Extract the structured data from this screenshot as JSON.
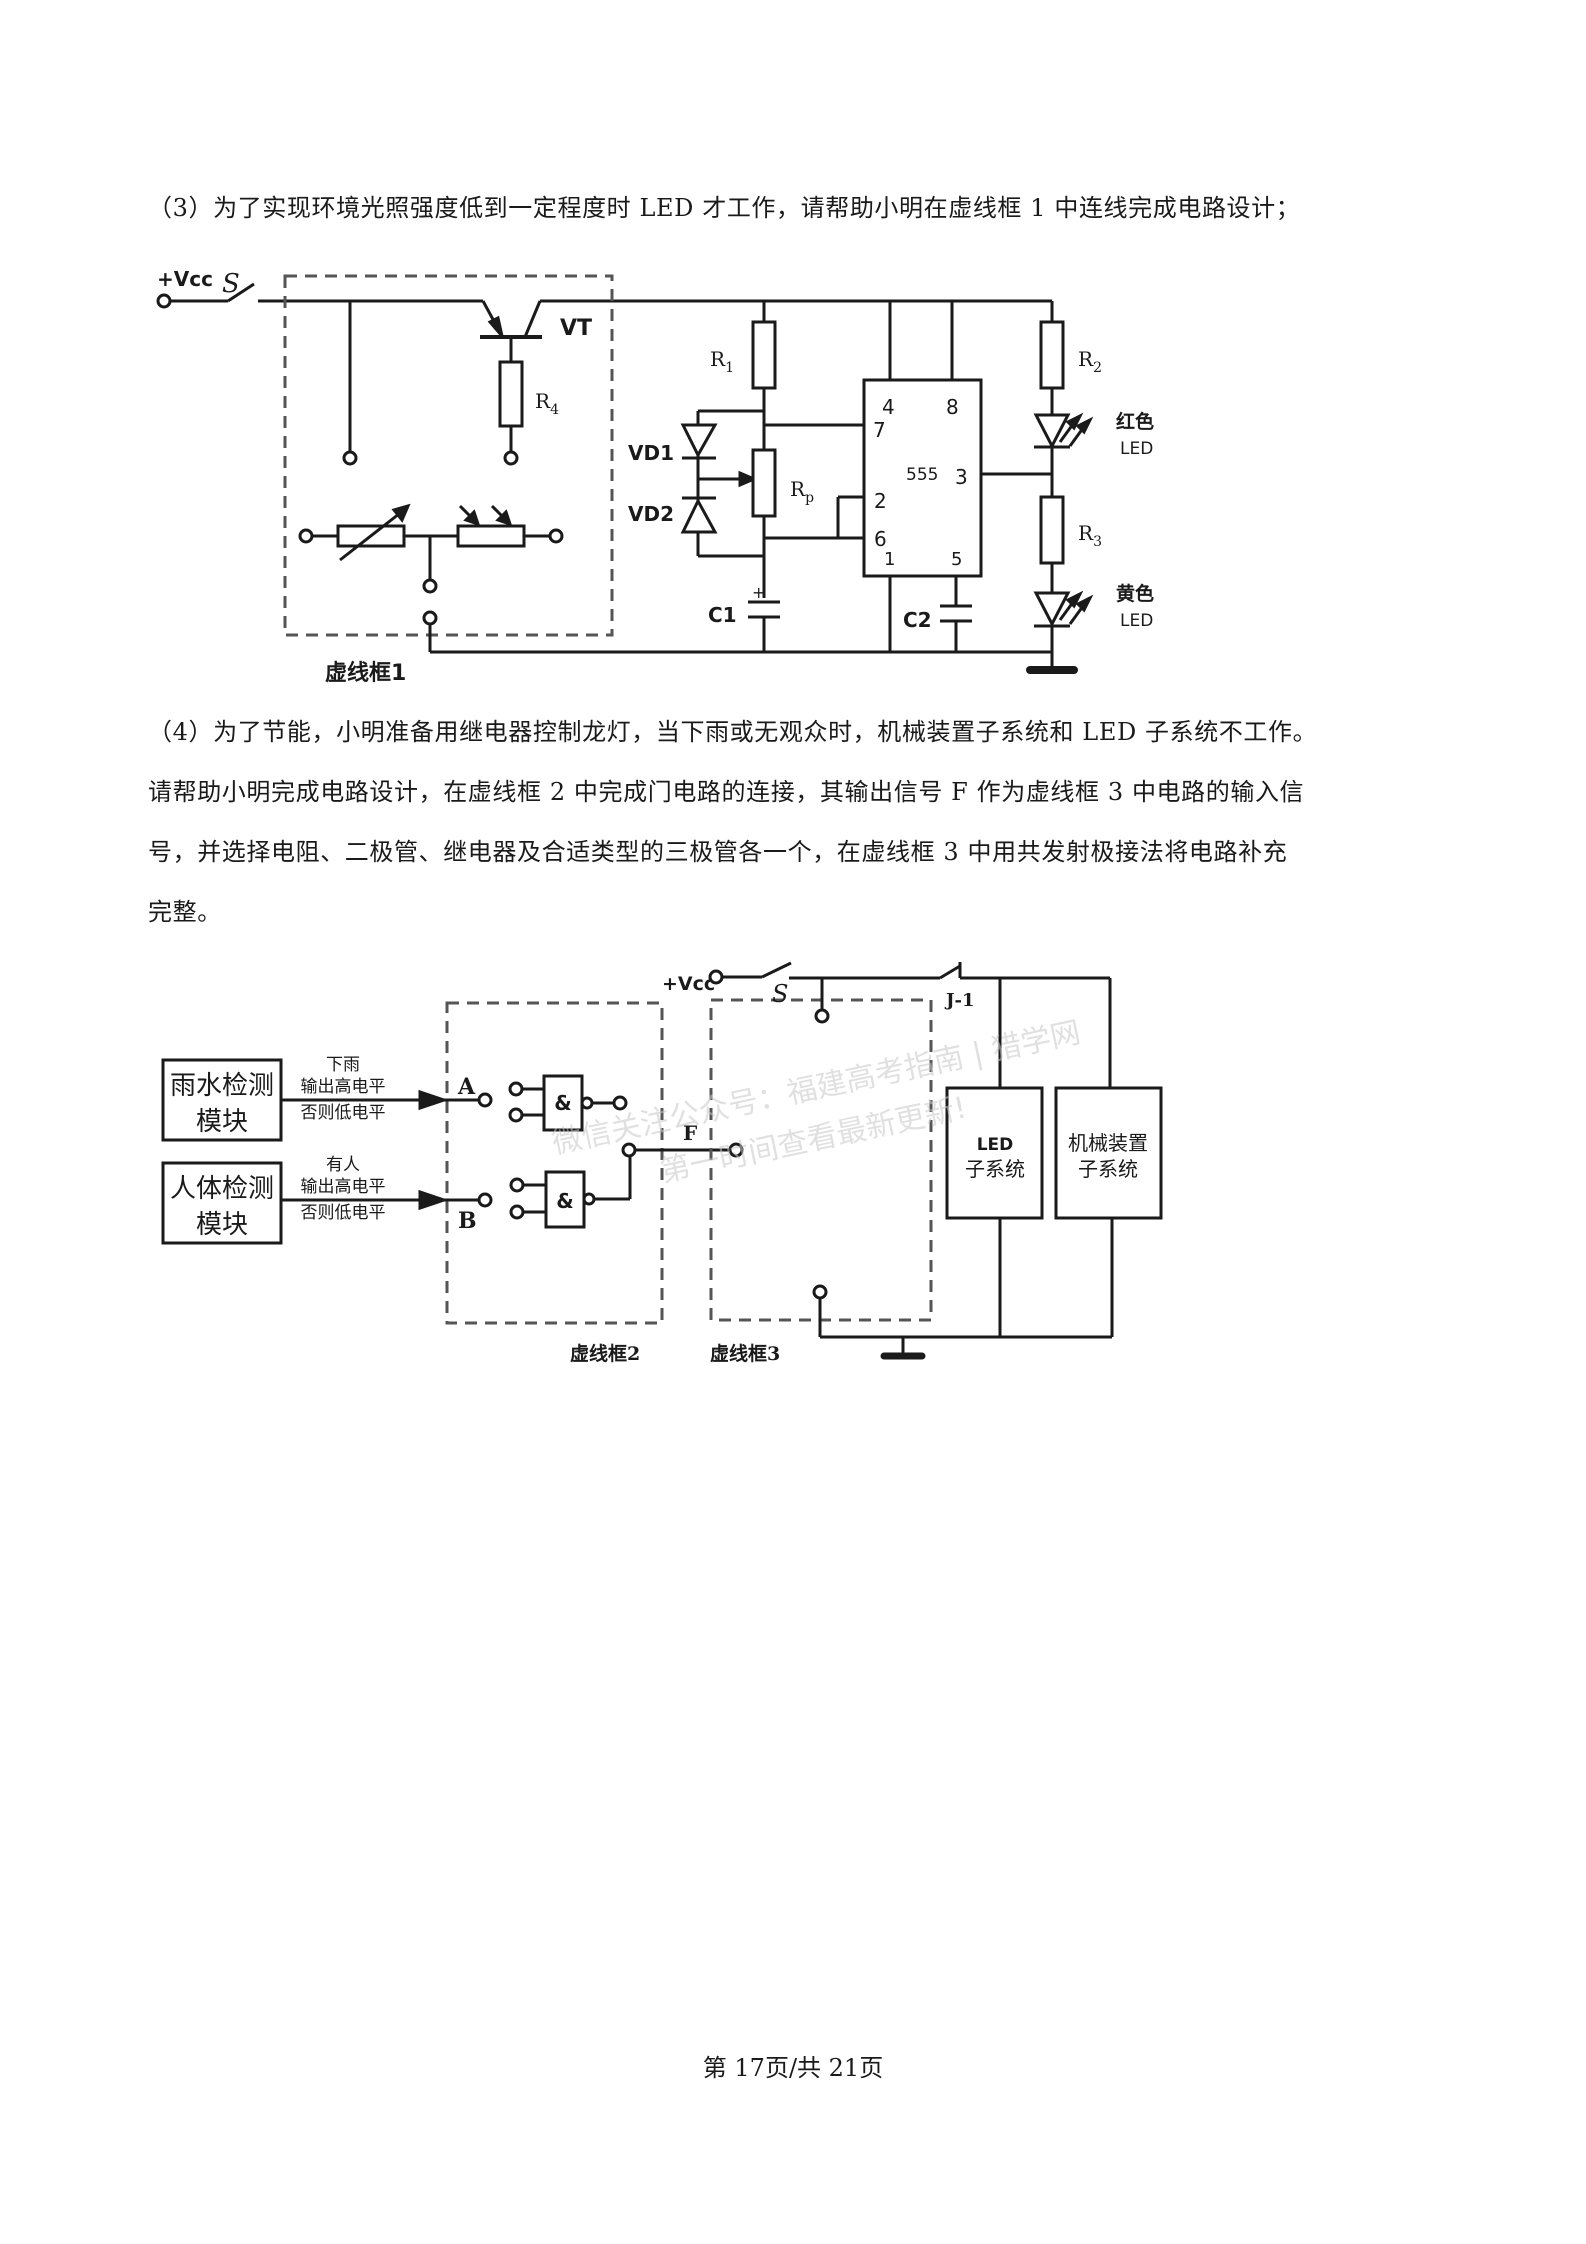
{
  "question3": {
    "text": "（3）为了实现环境光照强度低到一定程度时 LED 才工作，请帮助小明在虚线框 1 中连线完成电路设计；"
  },
  "circuit1": {
    "vcc": "+Vcc",
    "switch": "S",
    "transistor": "VT",
    "r4": "R",
    "r4_sub": "4",
    "r1": "R",
    "r1_sub": "1",
    "rp": "R",
    "rp_sub": "p",
    "r2": "R",
    "r2_sub": "2",
    "r3": "R",
    "r3_sub": "3",
    "vd1": "VD1",
    "vd2": "VD2",
    "c1": "C1",
    "c1_plus": "+",
    "c2": "C2",
    "ic": "555",
    "pins": [
      "4",
      "8",
      "7",
      "3",
      "2",
      "6",
      "1",
      "5"
    ],
    "red_led_line1": "红色",
    "red_led_line2": "LED",
    "yellow_led_line1": "黄色",
    "yellow_led_line2": "LED",
    "box_label": "虚线框1"
  },
  "question4": {
    "lines": [
      "（4）为了节能，小明准备用继电器控制龙灯，当下雨或无观众时，机械装置子系统和 LED 子系统不工作。",
      "请帮助小明完成电路设计，在虚线框 2 中完成门电路的连接，其输出信号 F 作为虚线框 3 中电路的输入信",
      "号，并选择电阻、二极管、继电器及合适类型的三极管各一个，在虚线框 3 中用共发射极接法将电路补充",
      "完整。"
    ]
  },
  "circuit2": {
    "rain_module_line1": "雨水检测",
    "rain_module_line2": "模块",
    "rain_note1": "下雨",
    "rain_note2": "输出高电平",
    "rain_note3": "否则低电平",
    "body_module_line1": "人体检测",
    "body_module_line2": "模块",
    "body_note1": "有人",
    "body_note2": "输出高电平",
    "body_note3": "否则低电平",
    "input_a": "A",
    "input_b": "B",
    "gate_symbol": "&",
    "output_f": "F",
    "vcc": "+Vcc",
    "switch": "S",
    "relay_contact": "J-1",
    "led_subsystem_line1": "LED",
    "led_subsystem_line2": "子系统",
    "mech_subsystem_line1": "机械装置",
    "mech_subsystem_line2": "子系统",
    "box2_label": "虚线框2",
    "box3_label": "虚线框3",
    "watermark_line1": "微信关注公众号：福建高考指南 | 猎学网",
    "watermark_line2": "第一时间查看最新更新!"
  },
  "footer": {
    "page": "第 17页/共 21页"
  }
}
